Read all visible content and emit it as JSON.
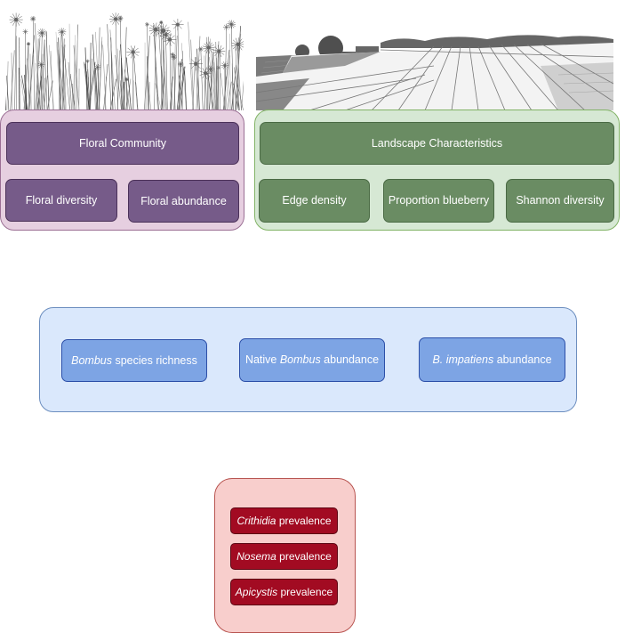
{
  "floral_community": {
    "title": "Floral Community",
    "items": [
      "Floral diversity",
      "Floral abundance"
    ]
  },
  "landscape": {
    "title": "Landscape Characteristics",
    "items": [
      "Edge density",
      "Proportion blueberry",
      "Shannon diversity"
    ]
  },
  "bombus": {
    "items": [
      {
        "italic": "Bombus",
        "pre": "",
        "post": " species richness"
      },
      {
        "italic": "Bombus",
        "pre": "Native ",
        "post": " abundance"
      },
      {
        "italic": "B. impatiens",
        "pre": "",
        "post": " abundance"
      }
    ]
  },
  "parasites": {
    "items": [
      {
        "italic": "Crithidia",
        "post": " prevalence"
      },
      {
        "italic": "Nosema",
        "post": " prevalence"
      },
      {
        "italic": "Apicystis",
        "post": " prevalence"
      }
    ]
  },
  "colors": {
    "floral_group_bg": "#e6cfe0",
    "floral_box": "#765b89",
    "landscape_group_bg": "#d6e8d4",
    "landscape_box": "#6a8c63",
    "bombus_group_bg": "#dae8fc",
    "bombus_box": "#7da4e4",
    "parasite_group_bg": "#f8cecc",
    "parasite_box": "#a20b22"
  },
  "illustrations": [
    "wildflower-meadow-sketch",
    "farmland-landscape-sketch"
  ]
}
